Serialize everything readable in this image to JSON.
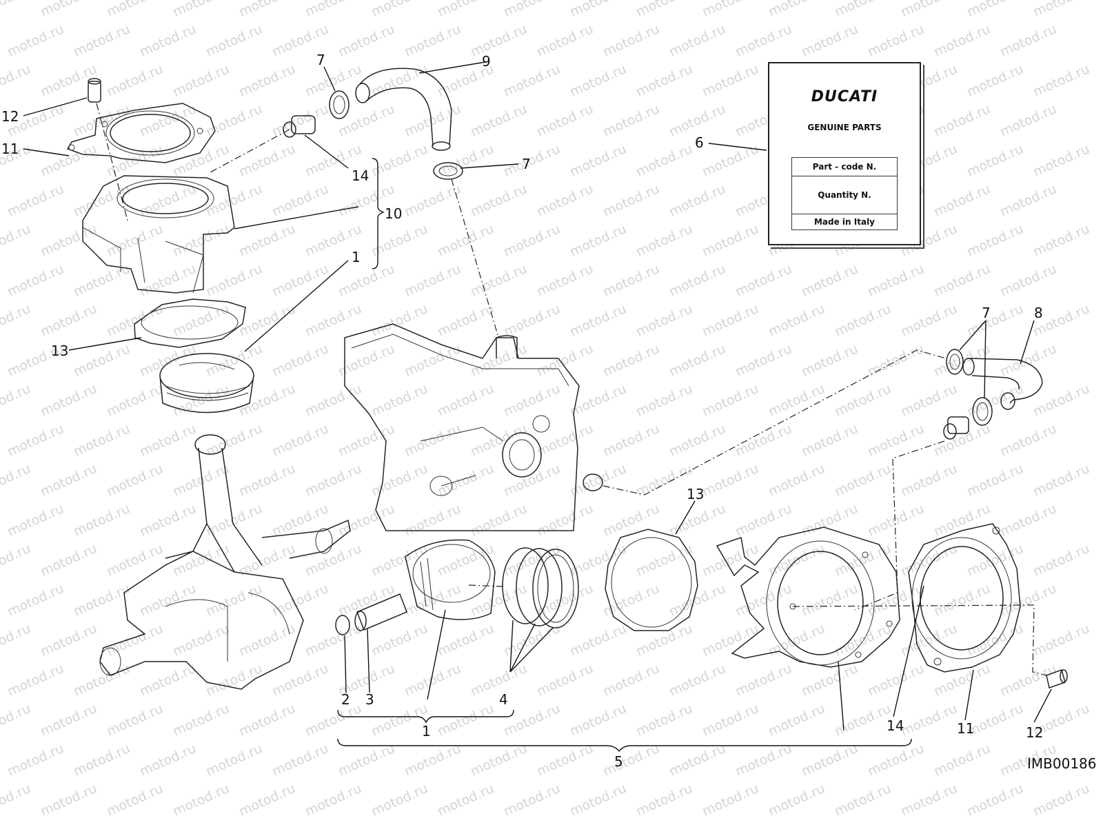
{
  "watermark": "motod.ru",
  "callouts": {
    "c1_top": "1",
    "c1_bottom": "1",
    "c2": "2",
    "c3": "3",
    "c4": "4",
    "c5": "5",
    "c6": "6",
    "c7_top": "7",
    "c7_mid": "7",
    "c7_right": "7",
    "c8": "8",
    "c9": "9",
    "c10": "10",
    "c11_top": "11",
    "c11_bottom": "11",
    "c12_top": "12",
    "c12_bottom": "12",
    "c13_top": "13",
    "c13_mid": "13",
    "c14_top": "14",
    "c14_bottom": "14"
  },
  "parts_label": {
    "brand": "DUCATI",
    "subtitle": "GENUINE PARTS",
    "row_part_code": "Part - code N.",
    "row_quantity": "Quantity N.",
    "row_origin": "Made in Italy"
  },
  "image_code": "IMB00186"
}
